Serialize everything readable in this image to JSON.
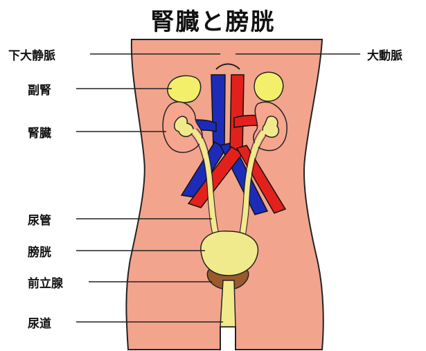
{
  "title": "腎臓と膀胱",
  "labels": {
    "ivc": "下大静脈",
    "aorta": "大動脈",
    "adrenal": "副腎",
    "kidney": "腎臓",
    "ureter": "尿管",
    "bladder": "膀胱",
    "prostate": "前立腺",
    "urethra": "尿道"
  },
  "colors": {
    "skin": "#f2a48d",
    "kidney": "#f6a58e",
    "adrenal": "#f3ef6a",
    "urinary": "#f1ea8c",
    "artery": "#e2211c",
    "vein": "#1d2cb8",
    "prostate": "#9a5a2c"
  }
}
